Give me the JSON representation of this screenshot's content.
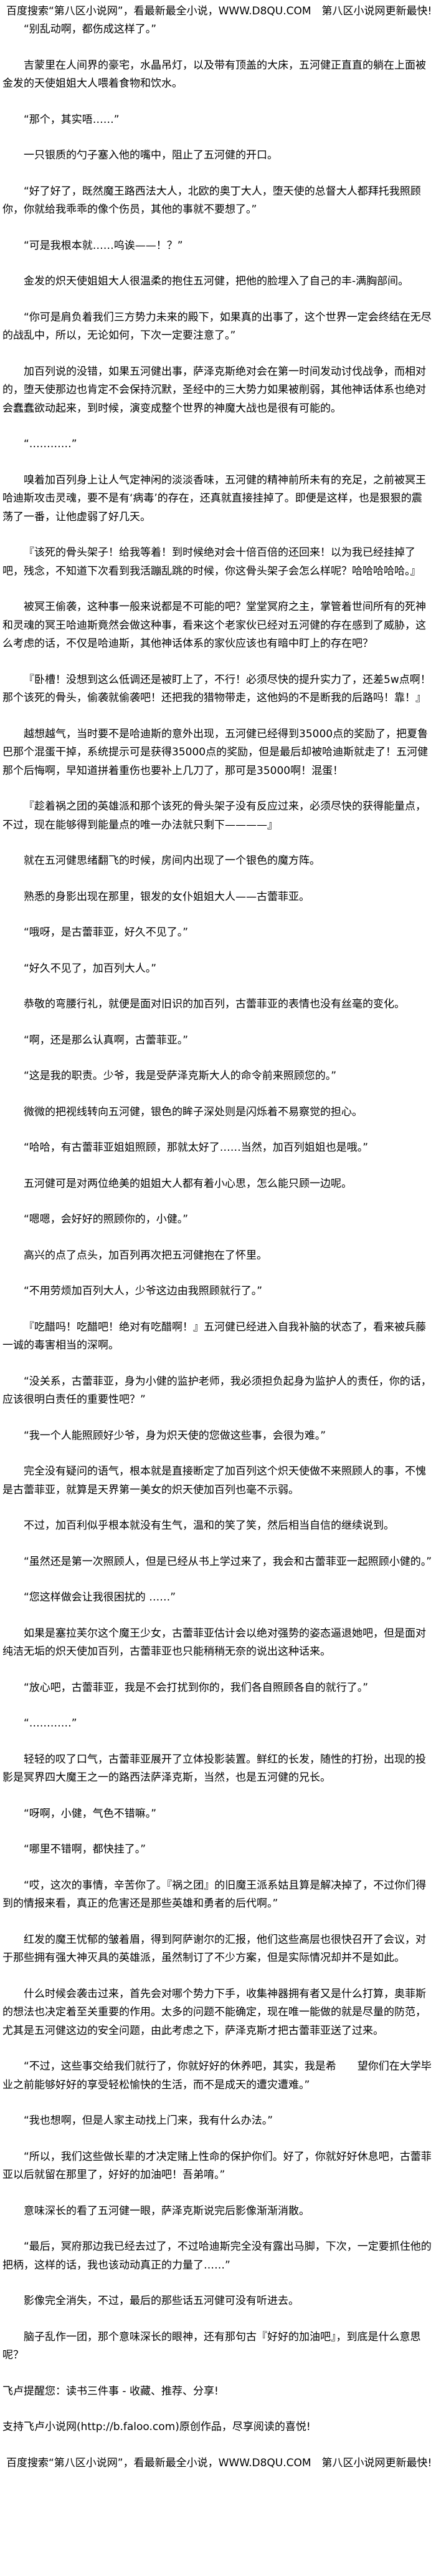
{
  "header": {
    "site_banner": "百度搜索“第八区小说网”，看最新最全小说，WWW.D8QU.COM　第八区小说网更新最快!"
  },
  "paragraphs": [
    "“别乱动啊，都伤成这样了。”",
    "吉蒙里在人间界的豪宅，水晶吊灯，以及带有顶盖的大床，五河健正直直的躺在上面被金发的天使姐姐大人喂着食物和饮水。",
    "“那个，其实唔……”",
    "一只银质的勺子塞入他的嘴中，阻止了五河健的开口。",
    "“好了好了，既然魔王路西法大人，北欧的奥丁大人，堕天使的总督大人都拜托我照顾你，你就给我乖乖的像个伤员，其他的事就不要想了。”",
    "“可是我根本就……呜诶——！？”",
    "金发的炽天使姐姐大人很温柔的抱住五河健，把他的脸埋入了自己的丰-满胸部间。",
    "“你可是肩负着我们三方势力未来的殿下，如果真的出事了，这个世界一定会终结在无尽的战乱中，所以，无论如何，下次一定要注意了。”",
    "加百列说的没错，如果五河健出事，萨泽克斯绝对会在第一时间发动讨伐战争，而相对的，堕天使那边也肯定不会保持沉默，圣经中的三大势力如果被削弱，其他神话体系也绝对会蠢蠢欲动起来，到时候，演变成整个世界的神魔大战也是很有可能的。",
    "“…………”",
    "嗅着加百列身上让人气定神闲的淡淡香味，五河健的精神前所未有的充足，之前被冥王哈迪斯攻击灵魂，要不是有‘病毒’的存在，还真就直接挂掉了。即便是这样，也是狠狠的震荡了一番，让他虚弱了好几天。",
    "『该死的骨头架子！给我等着！到时候绝对会十倍百倍的还回来！以为我已经挂掉了吧，残念，不知道下次看到我活蹦乱跳的时候，你这骨头架子会怎么样呢？哈哈哈哈哈。』",
    "被冥王偷袭，这种事一般来说都是不可能的吧？堂堂冥府之主，掌管着世间所有的死神和灵魂的冥王哈迪斯竟然会做这种事，看来这个老家伙已经对五河健的存在感到了威胁，这么考虑的话，不仅是哈迪斯，其他神话体系的家伙应该也有暗中盯上的存在吧？",
    "『卧槽！没想到这么低调还是被盯上了，不行！必须尽快的提升实力了，还差5w点啊！那个该死的骨头，偷袭就偷袭吧！还把我的猎物带走，这他妈的不是断我的后路吗！靠！』",
    "越想越气，当时要不是哈迪斯的意外出现，五河健已经得到35000点的奖励了，把夏鲁巴那个混蛋干掉，系统提示可是获得35000点的奖励，但是最后却被哈迪斯就走了！五河健那个后悔啊，早知道拼着重伤也要补上几刀了，那可是35000啊！混蛋！",
    "『趁着祸之团的英雄派和那个该死的骨头架子没有反应过来，必须尽快的获得能量点，不过，现在能够得到能量点的唯一办法就只剩下————』",
    "就在五河健思绪翻飞的时候，房间内出现了一个银色的魔方阵。",
    "熟悉的身影出现在那里，银发的女仆姐姐大人——古蕾菲亚。",
    "“哦呀，是古蕾菲亚，好久不见了。”",
    "“好久不见了，加百列大人。”",
    "恭敬的弯腰行礼，就便是面对旧识的加百列，古蕾菲亚的表情也没有丝毫的变化。",
    "“啊，还是那么认真啊，古蕾菲亚。”",
    "“这是我的职责。少爷，我是受萨泽克斯大人的命令前来照顾您的。”",
    "微微的把视线转向五河健，银色的眸子深处则是闪烁着不易察觉的担心。",
    "“哈哈，有古蕾菲亚姐姐照顾，那就太好了……当然，加百列姐姐也是哦。”",
    "五河健可是对两位绝美的姐姐大人都有着小心思，怎么能只顾一边呢。",
    "“嗯嗯，会好好的照顾你的，小健。”",
    "高兴的点了点头，加百列再次把五河健抱在了怀里。",
    "“不用劳烦加百列大人，少爷这边由我照顾就行了。”",
    "『吃醋吗！吃醋吧！绝对有吃醋啊！』五河健已经进入自我补脑的状态了，看来被兵藤一诚的毒害相当的深啊。",
    "“没关系，古蕾菲亚，身为小健的监护老师，我必须担负起身为监护人的责任，你的话，应该很明白责任的重要性吧？”",
    "“我一个人能照顾好少爷，身为炽天使的您做这些事，会很为难。”",
    "完全没有疑问的语气，根本就是直接断定了加百列这个炽天使做不来照顾人的事，不愧是古蕾菲亚，就算是天界第一美女的炽天使加百列也毫不示弱。",
    "不过，加百利似乎根本就没有生气，温和的笑了笑，然后相当自信的继续说到。",
    "“虽然还是第一次照顾人，但是已经从书上学过来了，我会和古蕾菲亚一起照顾小健的。”",
    "“您这样做会让我很困扰的 ……”",
    "如果是塞拉芙尔这个魔王少女，古蕾菲亚估计会以绝对强势的姿态逼退她吧，但是面对纯洁无垢的炽天使加百列，古蕾菲亚也只能稍稍无奈的说出这种话来。",
    "“放心吧，古蕾菲亚，我是不会打扰到你的，我们各自照顾各自的就行了。”",
    "“…………”",
    "轻轻的叹了口气，古蕾菲亚展开了立体投影装置。鲜红的长发，随性的打扮，出现的投影是冥界四大魔王之一的路西法萨泽克斯，当然，也是五河健的兄长。",
    "“呀啊，小健，气色不错嘛。”",
    "“哪里不错啊，都快挂了。”",
    "“哎，这次的事情，辛苦你了。『祸之团』的旧魔王派系姑且算是解决掉了，不过你们得到的情报来看，真正的危害还是那些英雄和勇者的后代啊。”",
    "红发的魔王忧郁的皱着眉，得到阿萨谢尔的汇报，他们这些高层也很快召开了会议，对于那些拥有强大神灭具的英雄派，虽然制订了不少方案，但是实际情况却并不是如此。",
    "什么时候会袭击过来，首先会对哪个势力下手，收集神器拥有者又是什么打算，奥菲斯的想法也决定着至关重要的作用。太多的问题不能确定，现在唯一能做的就是尽量的防范，尤其是五河健这边的安全问题，由此考虑之下，萨泽克斯才把古蕾菲亚送了过来。",
    "“不过，这些事交给我们就行了，你就好好的休养吧，其实，我是希　　望你们在大学毕业之前能够好好的享受轻松愉快的生活，而不是成天的遭灾遭难。”",
    "“我也想啊，但是人家主动找上门来，我有什么办法。”",
    "“所以，我们这些做长辈的才决定赌上性命的保护你们。好了，你就好好休息吧，古蕾菲亚以后就留在那里了，好好的加油吧！吾弟唷。”",
    "意味深长的看了五河健一眼，萨泽克斯说完后影像渐渐消散。",
    "“最后，冥府那边我已经去过了，不过哈迪斯完全没有露出马脚，下次，一定要抓住他的把柄，这样的话，我也该动动真正的力量了……”",
    "影像完全消失，不过，最后的那些话五河健可没有听进去。",
    "脑子乱作一团，那个意味深长的眼神，还有那句古『好好的加油吧』，到底是什么意思呢？"
  ],
  "footer": {
    "reminder": "飞卢提醒您：读书三件事 - 收藏、推荐、分享!",
    "support": "支持飞卢小说网(http://b.faloo.com)原创作品，尽享阅读的喜悦!",
    "site_banner": "百度搜索“第八区小说网”，看最新最全小说，WWW.D8QU.COM　第八区小说网更新最快!"
  }
}
